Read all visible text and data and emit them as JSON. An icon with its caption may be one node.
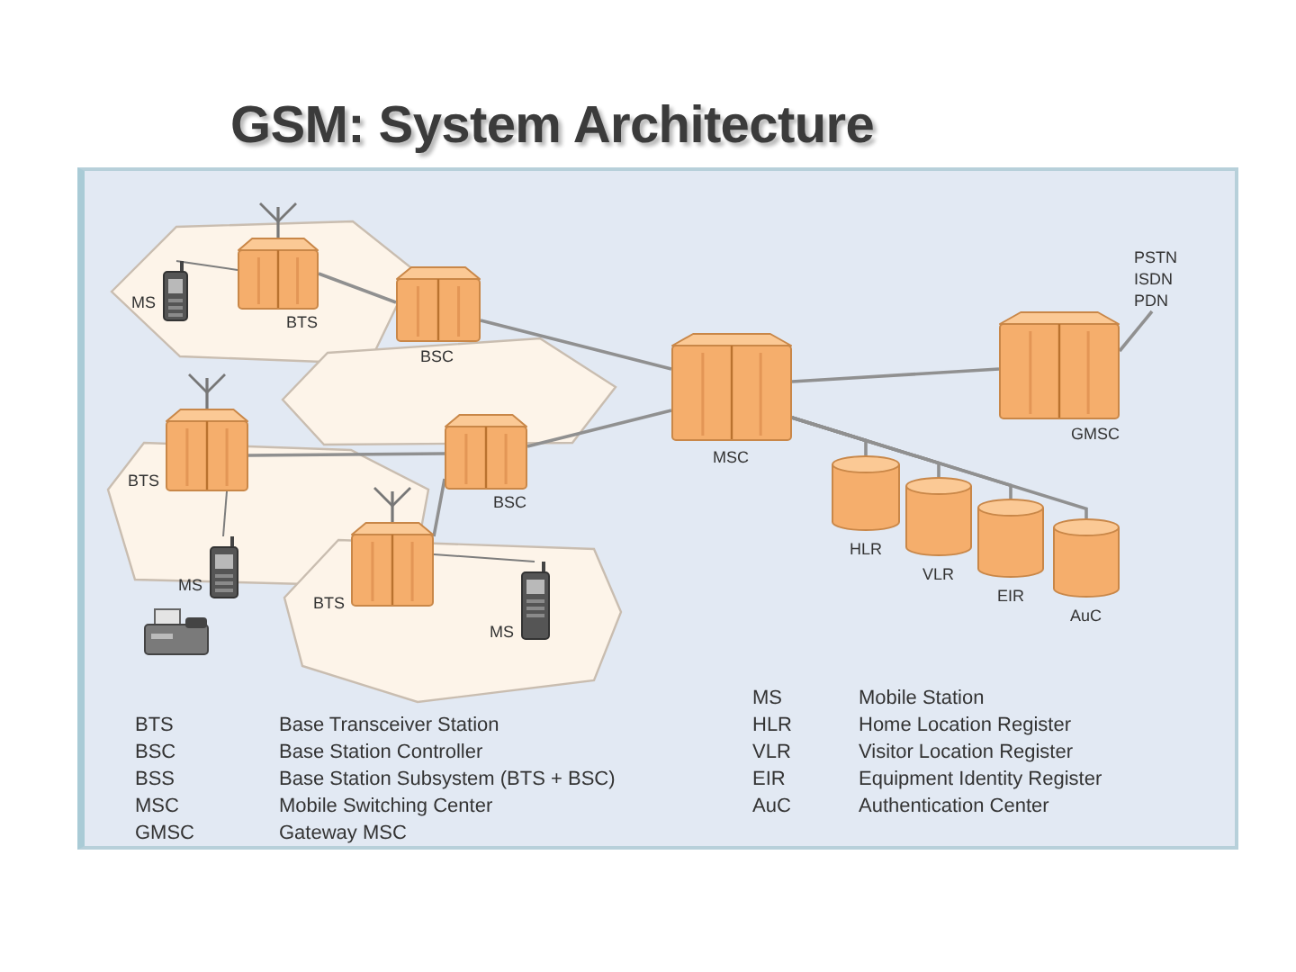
{
  "diagram": {
    "title": "GSM: System Architecture",
    "nodes": [
      {
        "text": [
          "MS"
        ]
      },
      {
        "text": [
          "BTS"
        ]
      },
      {
        "text": [
          "BSC"
        ]
      },
      {
        "text": [
          "MSC"
        ]
      },
      {
        "text": [
          "GMSC"
        ]
      },
      {
        "text": [
          "PSTN",
          "ISDN",
          "PDN"
        ]
      },
      {
        "text": [
          "BTS"
        ]
      },
      {
        "text": [
          "BSC"
        ]
      },
      {
        "text": [
          "MS"
        ]
      },
      {
        "text": [],
        "shape": "picture"
      },
      {
        "text": [
          "BTS"
        ]
      },
      {
        "text": [
          "MS"
        ]
      },
      {
        "text": [
          "HLR"
        ]
      },
      {
        "text": [
          "VLR"
        ]
      },
      {
        "text": [
          "EIR"
        ]
      },
      {
        "text": [
          "AuC"
        ]
      }
    ],
    "edges": [
      {
        "from": 0,
        "to": 1,
        "arrow": "none"
      },
      {
        "from": 1,
        "to": 2,
        "arrow": "none"
      },
      {
        "from": 2,
        "to": 3,
        "arrow": "none"
      },
      {
        "from": 3,
        "to": 4,
        "arrow": "none"
      },
      {
        "from": 4,
        "to": 5,
        "arrow": "none"
      },
      {
        "from": 6,
        "to": 7,
        "arrow": "none"
      },
      {
        "from": 7,
        "to": 3,
        "arrow": "none"
      },
      {
        "from": 10,
        "to": 7,
        "arrow": "none"
      },
      {
        "from": 8,
        "to": 6,
        "arrow": "none"
      },
      {
        "from": 11,
        "to": 10,
        "arrow": "none"
      },
      {
        "from": 3,
        "to": 12,
        "arrow": "none"
      },
      {
        "from": 3,
        "to": 13,
        "arrow": "none"
      },
      {
        "from": 3,
        "to": 14,
        "arrow": "none"
      },
      {
        "from": 3,
        "to": 15,
        "arrow": "none"
      }
    ],
    "labels": [
      "BTS",
      "Base Transceiver Station",
      "BSC",
      "Base Station Controller",
      "BSS",
      "Base Station Subsystem (BTS + BSC)",
      "MSC",
      "Mobile Switching Center",
      "GMSC",
      "Gateway MSC",
      "MS",
      "Mobile Station",
      "HLR",
      "Home Location Register",
      "VLR",
      "Visitor Location Register",
      "EIR",
      "Equipment Identity Register",
      "AuC",
      "Authentication Center"
    ]
  }
}
